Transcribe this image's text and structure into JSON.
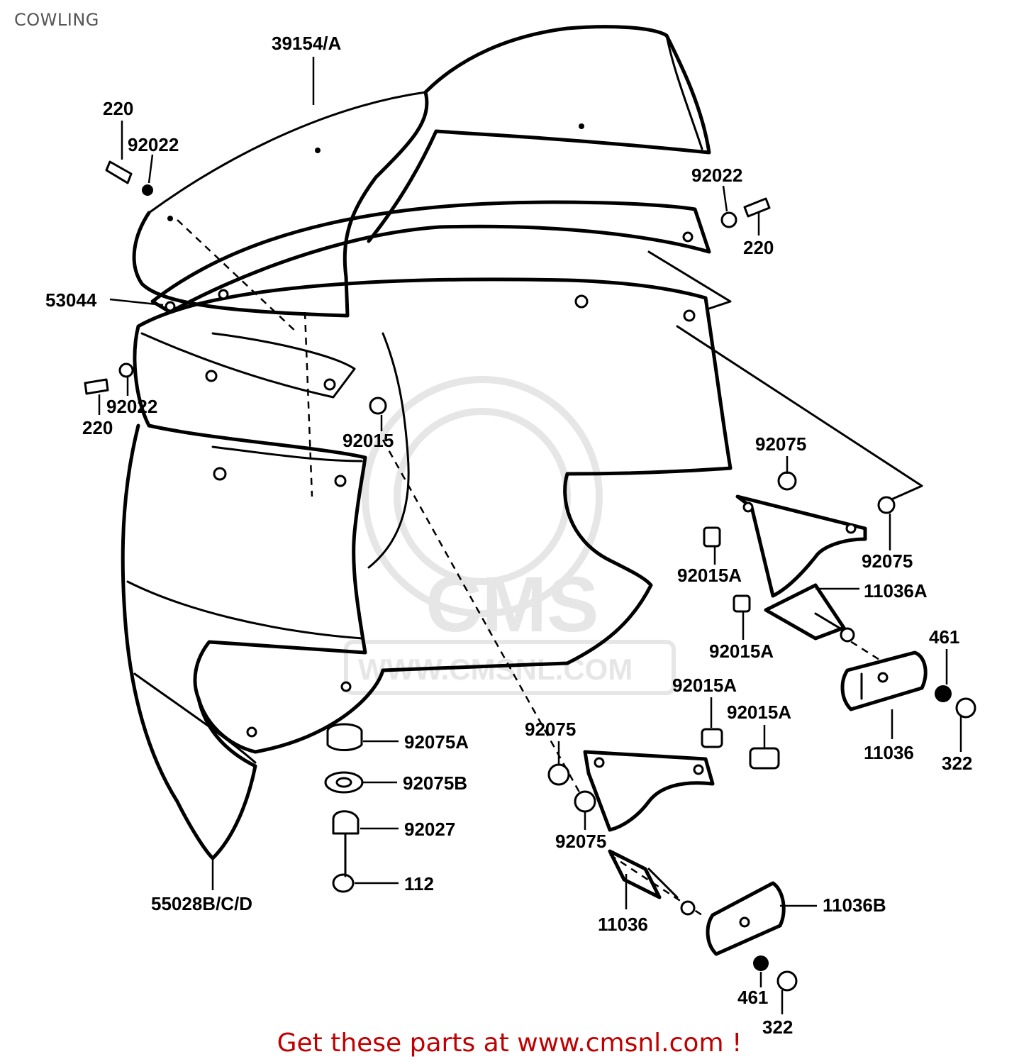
{
  "page": {
    "title": "COWLING"
  },
  "footer": {
    "text": "Get these parts at www.cmsnl.com !"
  },
  "watermark": {
    "logo_text": "CMS",
    "url_text": "WWW.CMSNL.COM"
  },
  "colors": {
    "footer": "#c00000",
    "title": "#555555",
    "line": "#000000",
    "watermark": "#e6e6e6"
  },
  "parts": {
    "p39154": "39154/A",
    "p220a": "220",
    "p92022a": "92022",
    "p92022b": "92022",
    "p220b": "220",
    "p53044": "53044",
    "p92022c": "92022",
    "p220c": "220",
    "p92015": "92015",
    "p92075a": "92075",
    "p92015A_a": "92015A",
    "p92075b": "92075",
    "p11036A": "11036A",
    "p92015A_b": "92015A",
    "p461a": "461",
    "p92015A_c": "92015A",
    "p92015A_d": "92015A",
    "p11036a": "11036",
    "p322a": "322",
    "p92075A": "92075A",
    "p92075B": "92075B",
    "p92075c": "92075",
    "p92027": "92027",
    "p92075d": "92075",
    "p112": "112",
    "p55028": "55028B/C/D",
    "p11036b": "11036",
    "p11036B": "11036B",
    "p461b": "461",
    "p322b": "322"
  }
}
